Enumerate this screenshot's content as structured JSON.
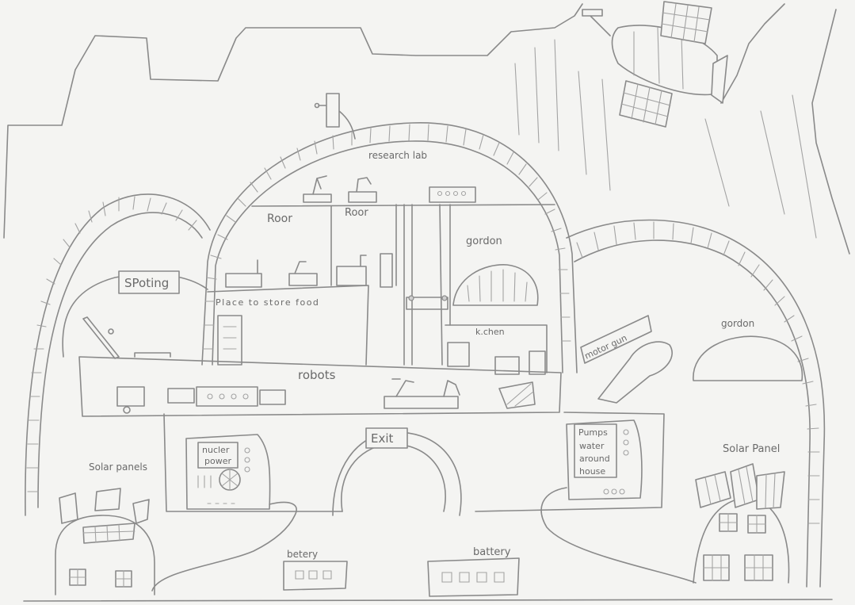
{
  "labels": {
    "research_lab": "research lab",
    "room_1": "Roor",
    "room_2": "Roor",
    "garden_top": "gordon",
    "garden_right": "gordon",
    "sporting": "SPoting",
    "food_store": "Place to store food",
    "kitchen": "k.chen",
    "robots": "robots",
    "motor_gun": "motor gun",
    "exit": "Exit",
    "nuclear_power": [
      "nucler",
      "power"
    ],
    "pumps": [
      "Pumps",
      "water",
      "around",
      "house"
    ],
    "solar_left": "Solar panels",
    "solar_right": "Solar Panel",
    "battery_left": "betery",
    "battery_right": "battery"
  },
  "style": {
    "pencil": "#8a8a8a",
    "paper": "#f4f4f2",
    "shade": "#cfcfcf"
  }
}
